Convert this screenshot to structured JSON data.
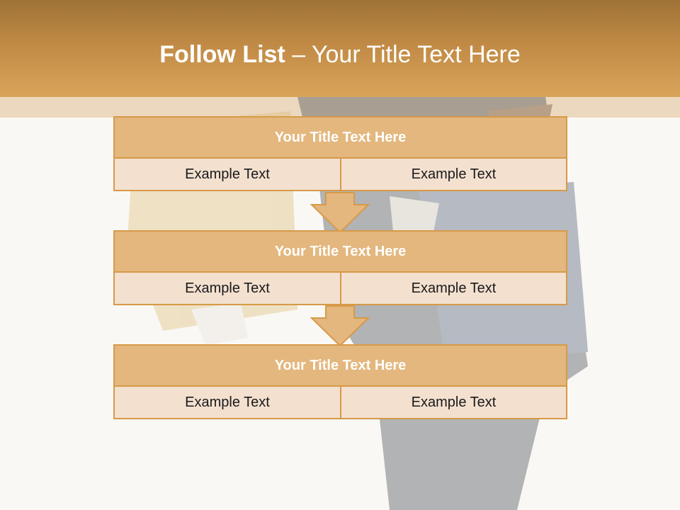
{
  "slide": {
    "title_bold": "Follow List",
    "title_rest": " – Your Title Text Here"
  },
  "blocks": [
    {
      "title": "Your Title Text Here",
      "left": "Example Text",
      "right": "Example Text"
    },
    {
      "title": "Your Title Text Here",
      "left": "Example Text",
      "right": "Example Text"
    },
    {
      "title": "Your Title Text Here",
      "left": "Example Text",
      "right": "Example Text"
    }
  ],
  "colors": {
    "header_top": "#9e7236",
    "header_bottom": "#d9a45a",
    "block_title_fill": "#e3b77e",
    "block_body_fill": "#f3e0cf",
    "border": "#d79a48",
    "arrow_fill": "#e3b77e"
  },
  "icons": {
    "connector": "arrow-down-icon"
  }
}
